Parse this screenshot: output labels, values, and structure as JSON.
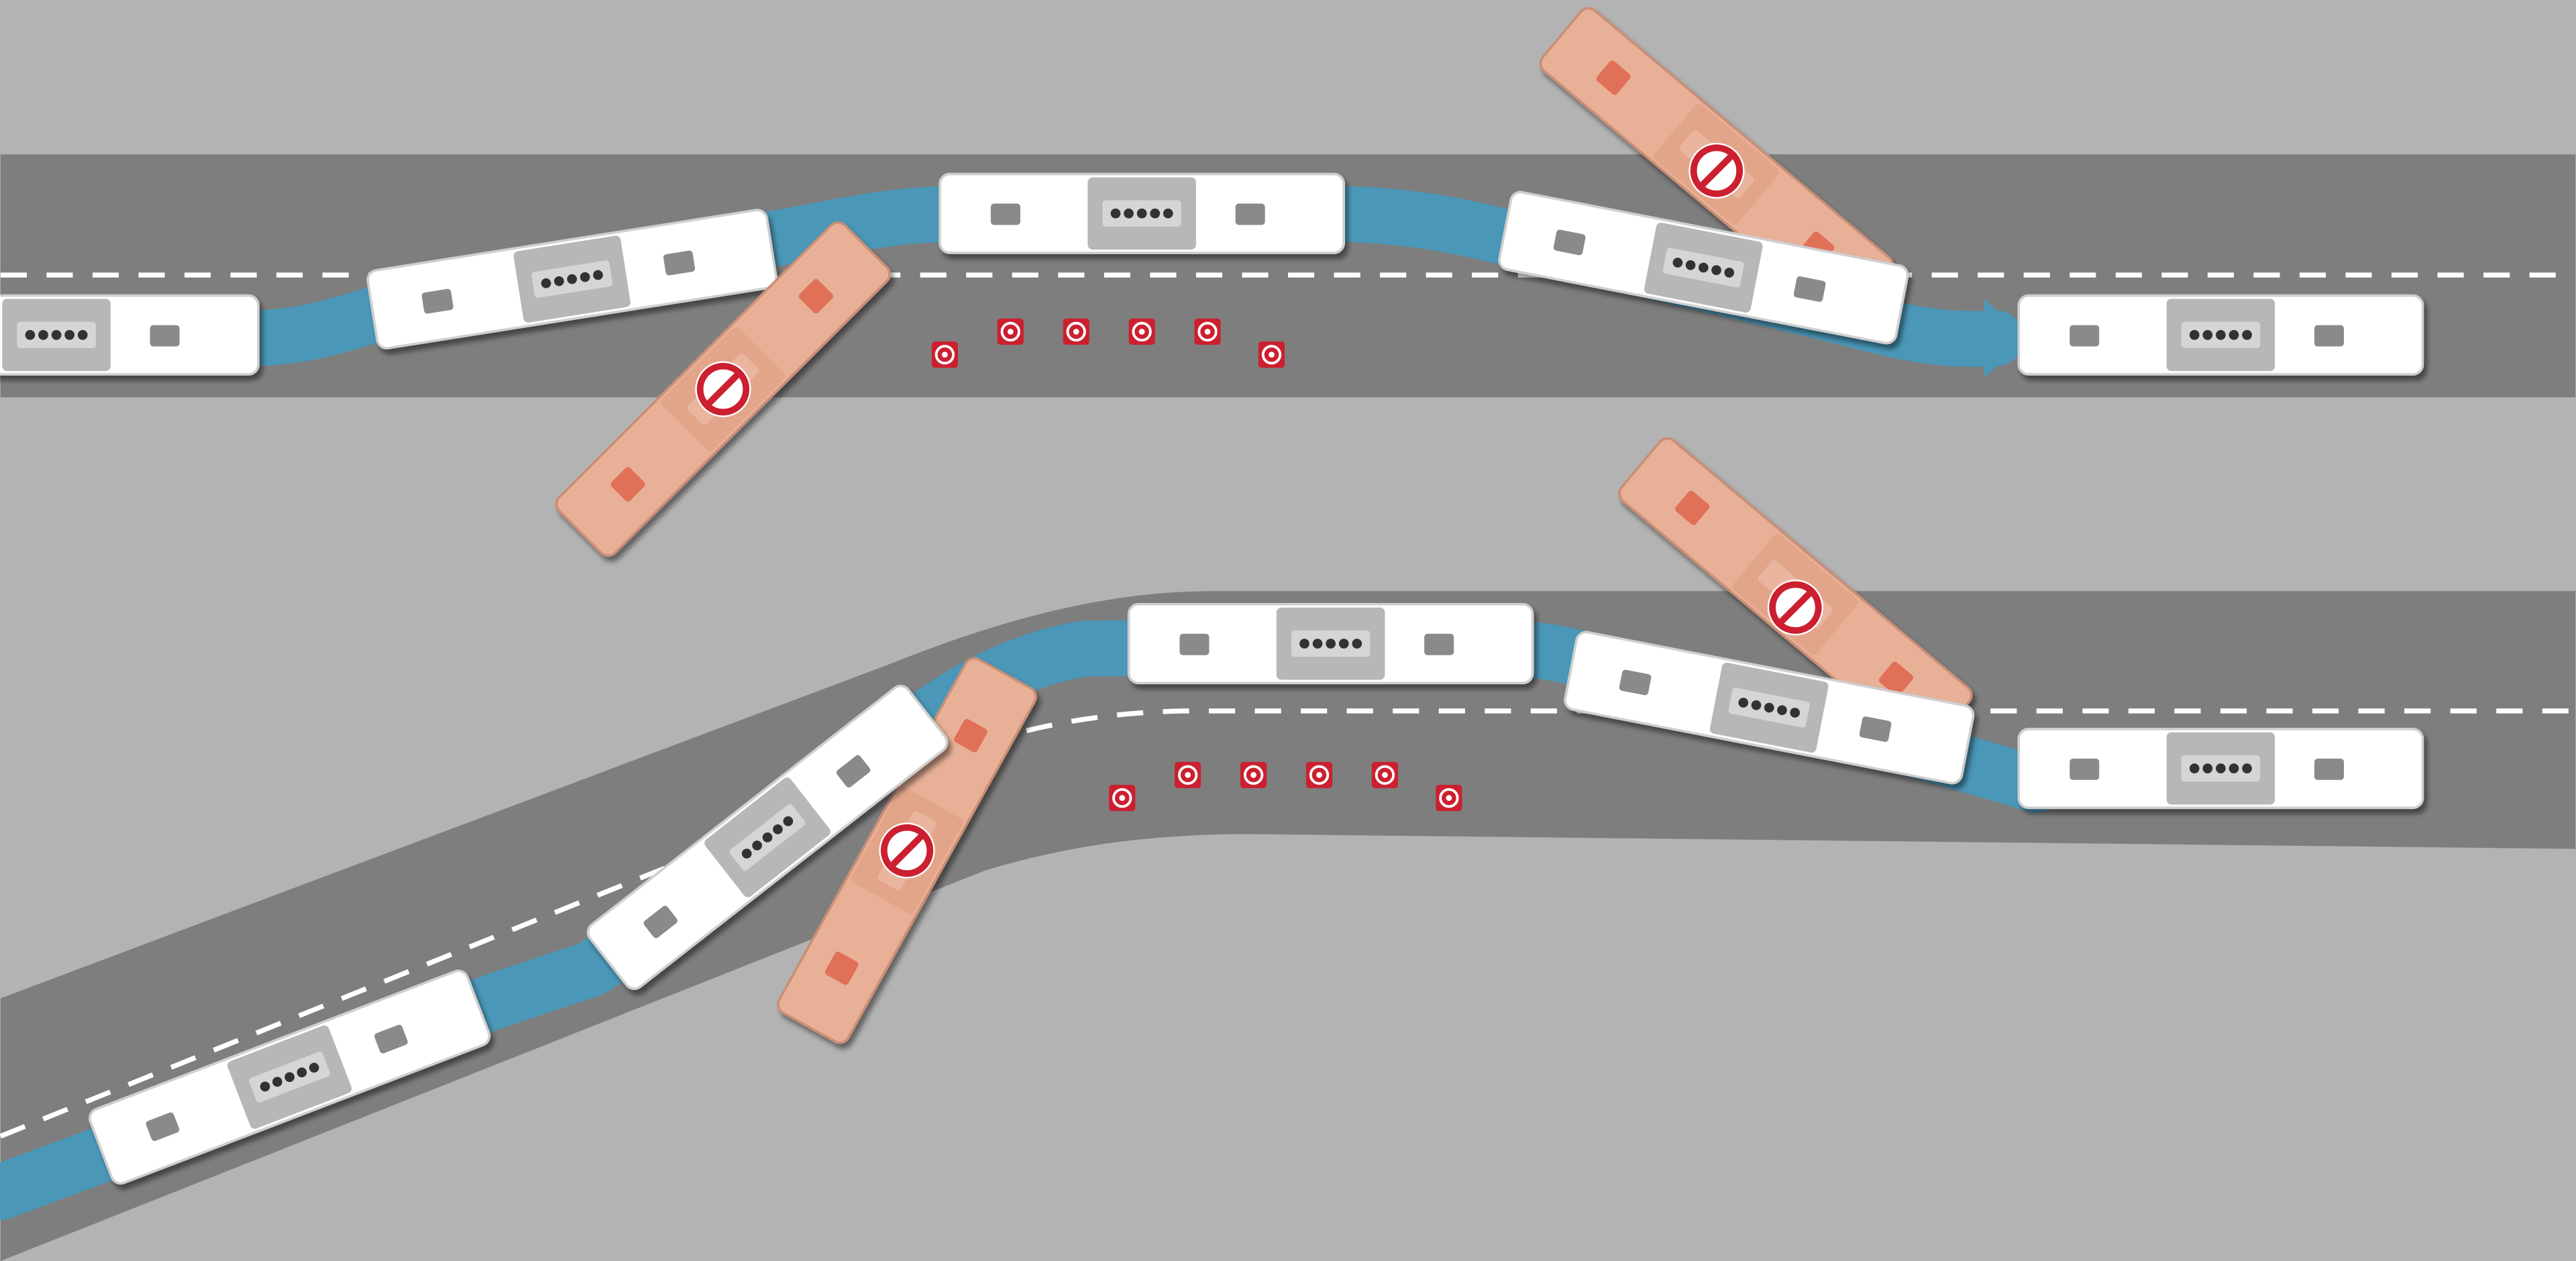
{
  "colors": {
    "background": "#b3b3b3",
    "road": "#7e7e7e",
    "lane_marking": "#ffffff",
    "path": "#4a97b8",
    "bus_body": "#ffffff",
    "bus_outline": "#d8d8d8",
    "bus_roof_panel": "#b5b5b5",
    "bus_window": "#8a8a8a",
    "bus_dots": "#333333",
    "blocked_bus_body": "#e8b097",
    "blocked_bus_detail": "#e07058",
    "no_entry": "#cc1f2f",
    "cone": "#cc1f2f"
  },
  "icons": [
    "bus-icon",
    "no-entry-sign-icon",
    "traffic-cone-icon",
    "path-arrow-icon"
  ],
  "scenarios": [
    {
      "name": "scenario-straight-road",
      "road_type": "straight",
      "moving_buses": 5,
      "blocked_buses": 2,
      "cones": 6
    },
    {
      "name": "scenario-curved-road",
      "road_type": "curved",
      "moving_buses": 5,
      "blocked_buses": 2,
      "cones": 6
    }
  ]
}
